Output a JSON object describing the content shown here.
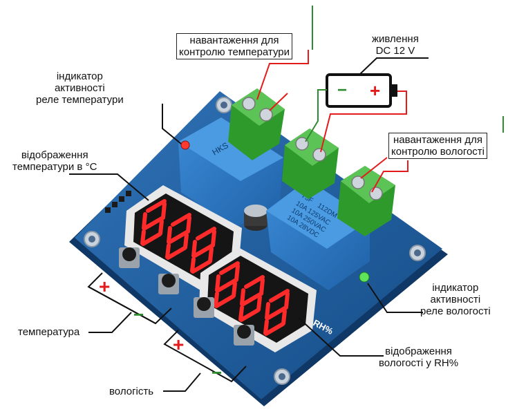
{
  "labels": {
    "temp_load": [
      "навантаження для",
      "контролю температури"
    ],
    "power": [
      "живлення",
      "DC 12 V"
    ],
    "temp_relay_indicator": [
      "індикатор",
      "активності",
      "реле температури"
    ],
    "humidity_load": [
      "навантаження для",
      "контролю вологості"
    ],
    "temp_display": [
      "відображення",
      "температури в °C"
    ],
    "humidity_relay_indicator": [
      "індикатор",
      "активності",
      "реле вологості"
    ],
    "temperature": "температура",
    "humidity": "вологість",
    "humidity_display": [
      "відображення",
      "вологості у RH%"
    ]
  },
  "battery": {
    "minus": "−",
    "plus": "+"
  },
  "plus_sign": "+",
  "minus_sign": "−",
  "board_text": {
    "rh": "RH%"
  },
  "relay_humidity": [
    "Y3F",
    "112DM",
    "10A 125VAC",
    "10A 250VAC",
    "10A 28VDC"
  ],
  "colors": {
    "board": "#1f5fa3",
    "relay": "#2a78c8",
    "terminal": "#3fae3a",
    "wire_red": "#e31b1b",
    "wire_green": "#2e8b2e",
    "segment": "#ff2a2a"
  }
}
